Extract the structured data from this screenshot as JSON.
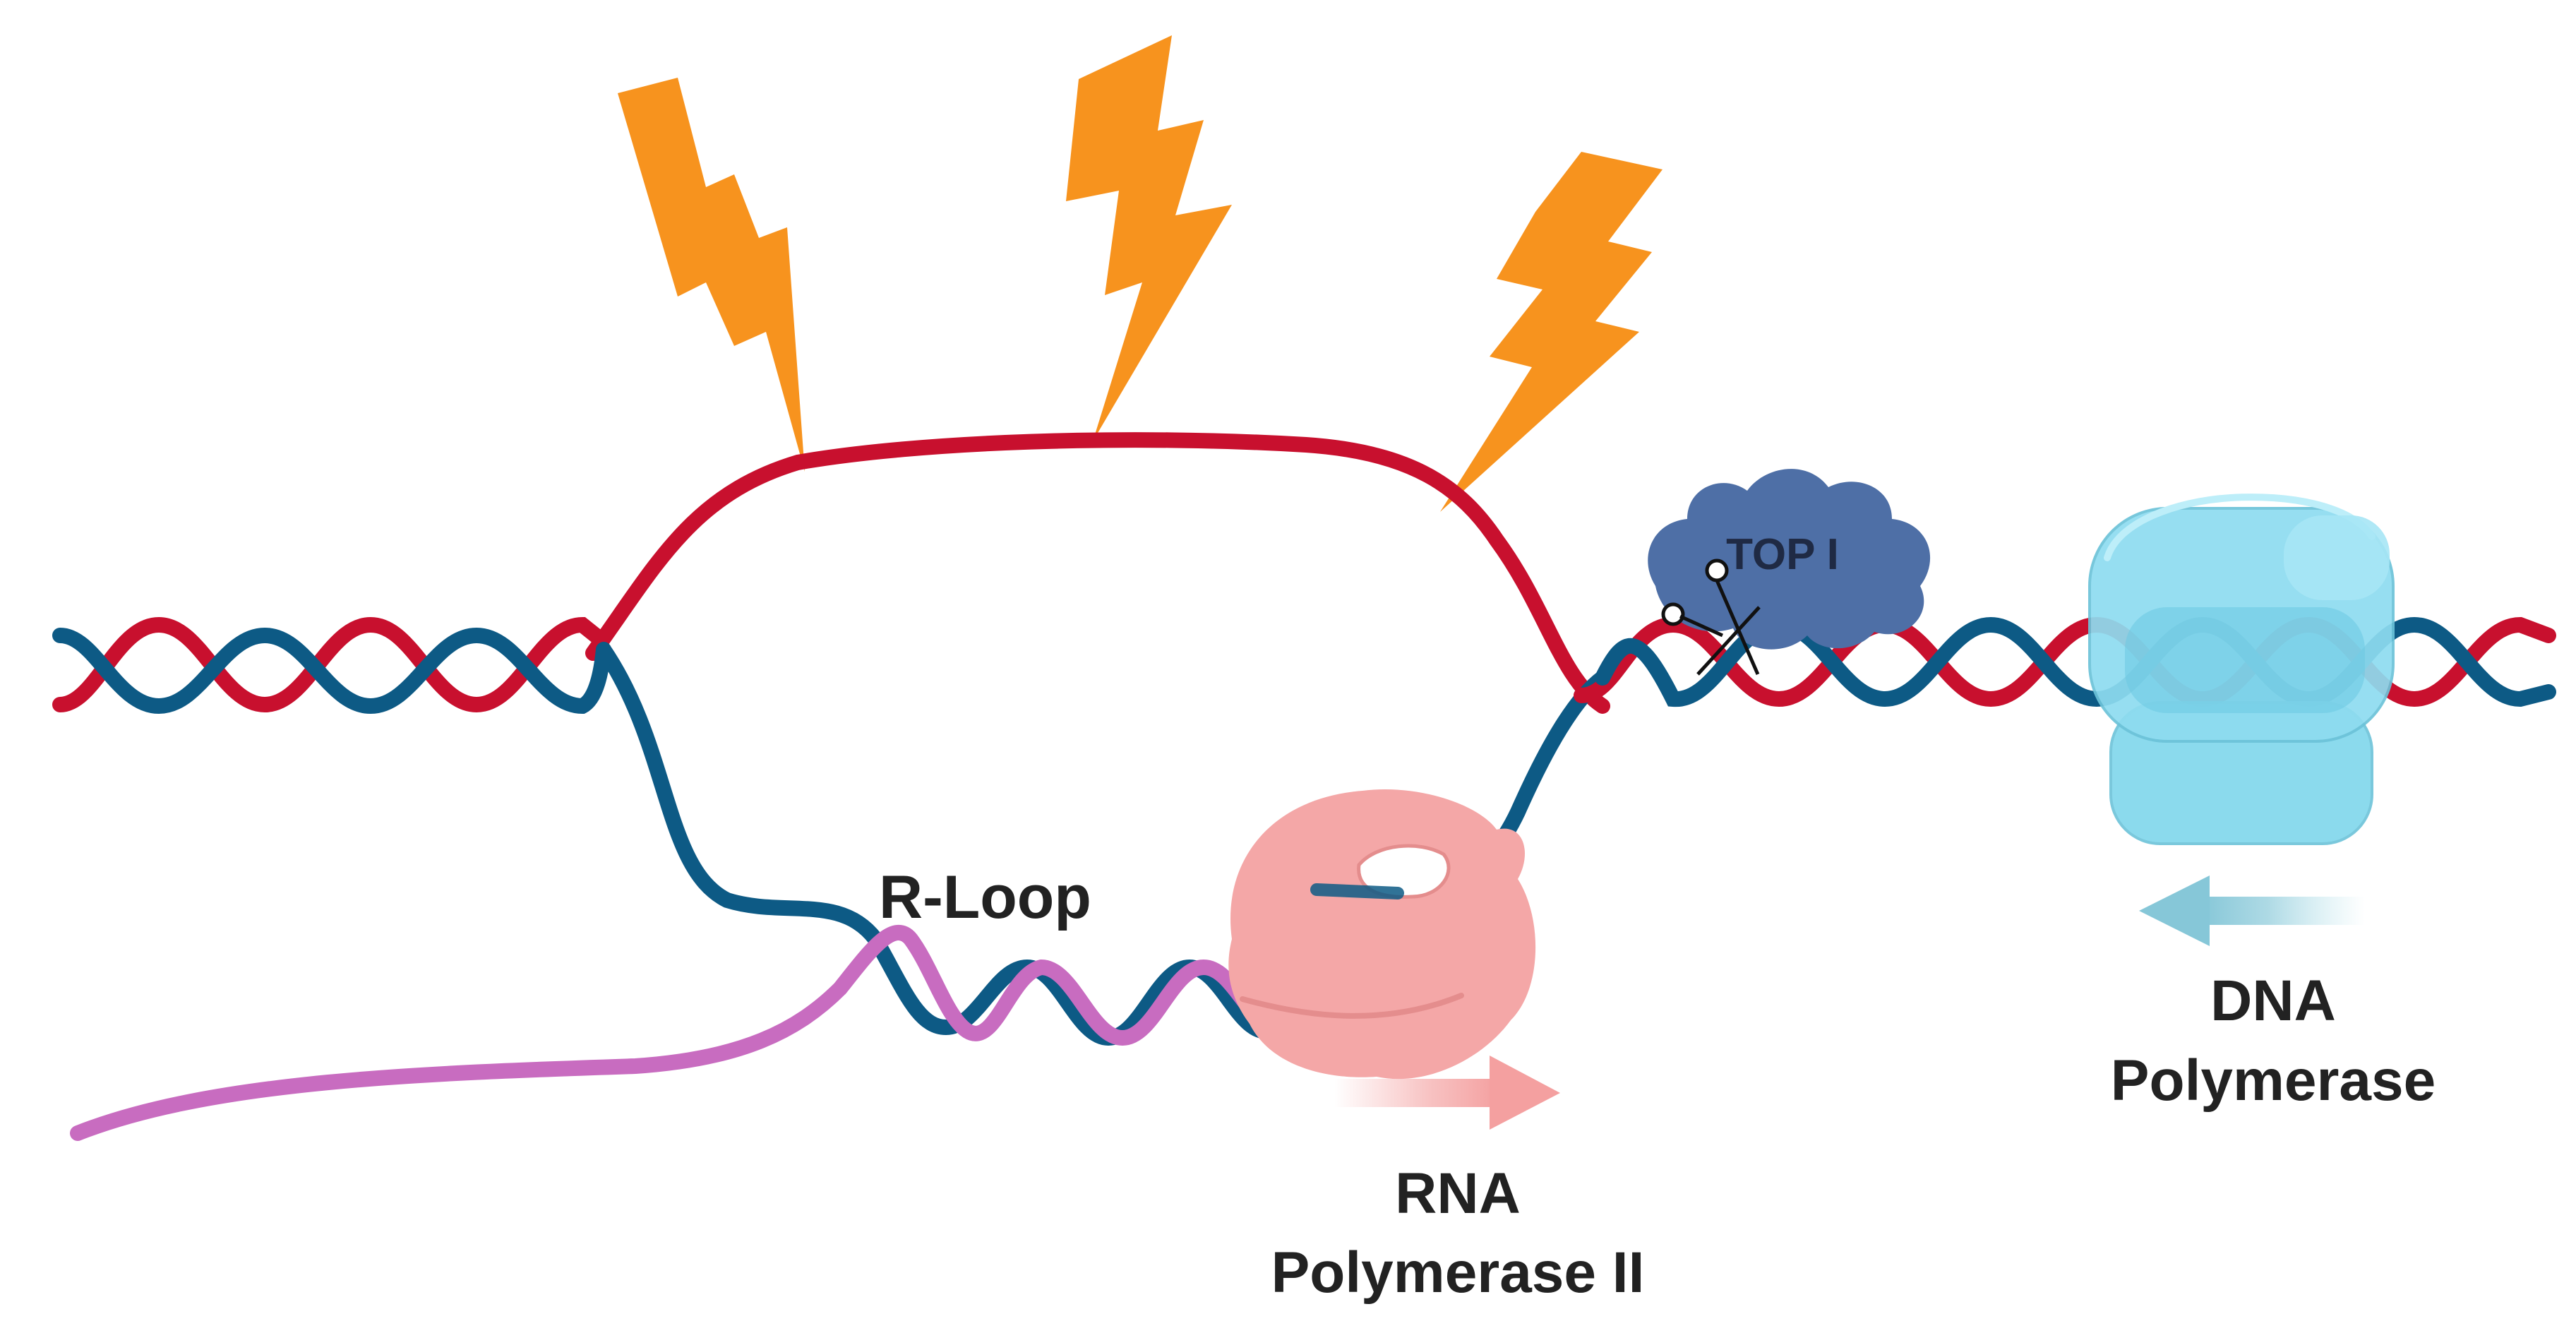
{
  "labels": {
    "r_loop": "R-Loop",
    "top1": "TOP I",
    "rna_pol_line1": "RNA",
    "rna_pol_line2": "Polymerase II",
    "dna_pol_line1": "DNA",
    "dna_pol_line2": "Polymerase"
  },
  "colors": {
    "strand_red": "#c8102e",
    "strand_blue": "#0d5a85",
    "rna_strand": "#c86cc0",
    "lightning": "#f7931e",
    "rna_polymerase": "#f4a7a7",
    "rna_arrow": "#f6b6b6",
    "top1_enzyme": "#4e6fa6",
    "dna_polymerase": "#7fd6ec",
    "dna_arrow": "#9fd3e0"
  },
  "icons": {
    "damage": "lightning-bolt-icon",
    "cleavage": "scissors-icon"
  }
}
